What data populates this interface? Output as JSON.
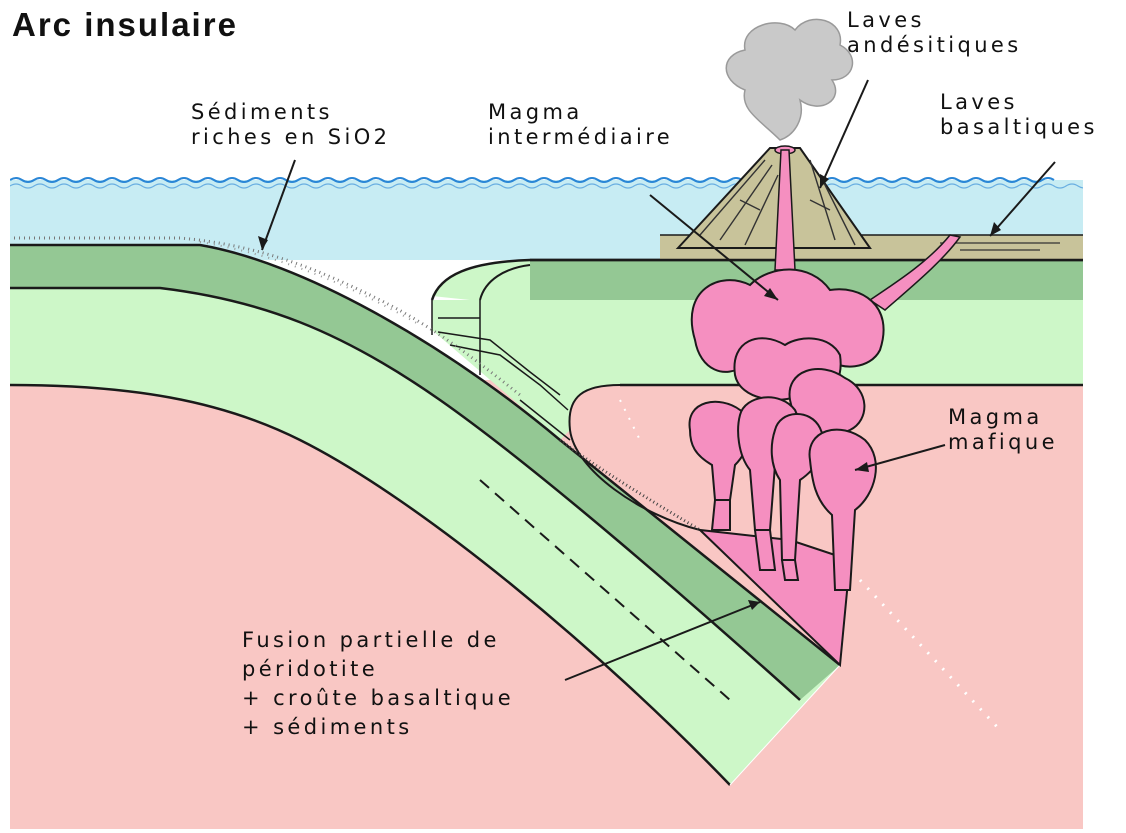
{
  "title": "Arc insulaire",
  "labels": {
    "sediments": [
      "Sédiments",
      "riches en SiO2"
    ],
    "magma_intermediaire": [
      "Magma",
      "intermédiaire"
    ],
    "laves_andesitiques": [
      "Laves",
      "andésitiques"
    ],
    "laves_basaltiques": [
      "Laves",
      "basaltiques"
    ],
    "magma_mafique": [
      "Magma",
      "mafique"
    ],
    "fusion": [
      "Fusion partielle de",
      "péridotite",
      "+ croûte basaltique",
      "+ sédiments"
    ]
  },
  "colors": {
    "ocean": "#c7ecf3",
    "wave": "#2a86d6",
    "oceanic_crust": "#94c894",
    "lithosphere": "#cdf7c8",
    "mantle": "#f9c7c4",
    "magma": "#f58fc0",
    "volcano": "#c8c39a",
    "smoke": "#c9c9c9",
    "line": "#1a1a1a"
  }
}
